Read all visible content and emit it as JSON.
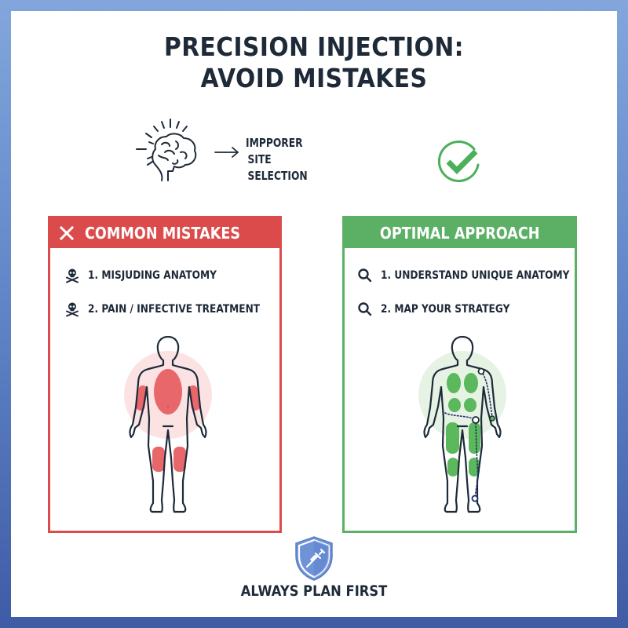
{
  "title": {
    "line1": "PRECISION INJECTION:",
    "line2": "AVOID MISTAKES"
  },
  "intro": {
    "icon": "brain-icon",
    "arrow_icon": "arrow-right-icon",
    "label_line1": "IMPPORER",
    "label_line2": "SITE SELECTION",
    "check_icon": "check-circle-icon"
  },
  "mistakes_panel": {
    "header": "COMMON MISTAKES",
    "header_icon": "x-icon",
    "items": [
      {
        "icon": "skull-crossbones-icon",
        "label": "1. MISJUDING ANATOMY"
      },
      {
        "icon": "skull-crossbones-icon",
        "label": "2. PAIN / INFECTIVE TREATMENT"
      }
    ],
    "figure": "body-outline-red-zones"
  },
  "optimal_panel": {
    "header": "OPTIMAL APPROACH",
    "items": [
      {
        "icon": "search-icon",
        "label": "1. UNDERSTAND UNIQUE ANATOMY"
      },
      {
        "icon": "search-icon",
        "label": "2. MAP YOUR STRATEGY"
      }
    ],
    "figure": "body-outline-green-zones-mapped-path"
  },
  "footer": {
    "icon": "shield-syringe-icon",
    "label": "ALWAYS PLAN FIRST"
  },
  "colors": {
    "frame_top": "#82a6dc",
    "frame_bottom": "#3f5ba6",
    "text": "#1e2a38",
    "danger": "#dc4b4b",
    "danger_zone": "#e8676a",
    "danger_halo": "#fbe3e3",
    "success": "#5cb066",
    "success_zone": "#5cb85c",
    "success_halo": "#e6f2e4",
    "shield": "#6f93d6",
    "path_marker": "#1f2f6e"
  }
}
